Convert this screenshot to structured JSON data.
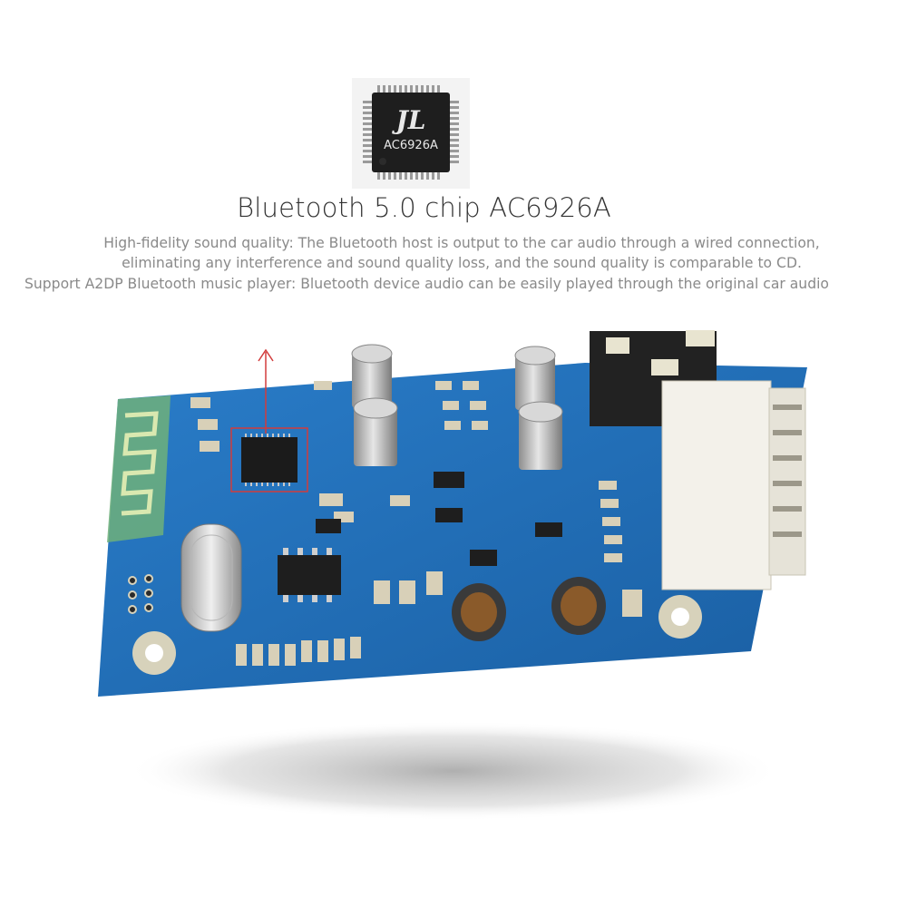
{
  "chip": {
    "logo_text": "JL",
    "model": "AC6926A"
  },
  "headline": "Bluetooth 5.0 chip AC6926A",
  "description": {
    "line1": "High-fidelity sound quality: The Bluetooth host is output to the car audio through a wired connection,",
    "line2": "eliminating any interference and sound quality loss, and the sound quality is comparable to CD.",
    "line3": "Support A2DP Bluetooth music player: Bluetooth device audio can be easily played through the original car audio"
  },
  "colors": {
    "pcb_blue": "#1f6fb8",
    "highlight_red": "#d23c3c",
    "text_dark": "#333333",
    "text_gray": "#8a8a8a"
  }
}
